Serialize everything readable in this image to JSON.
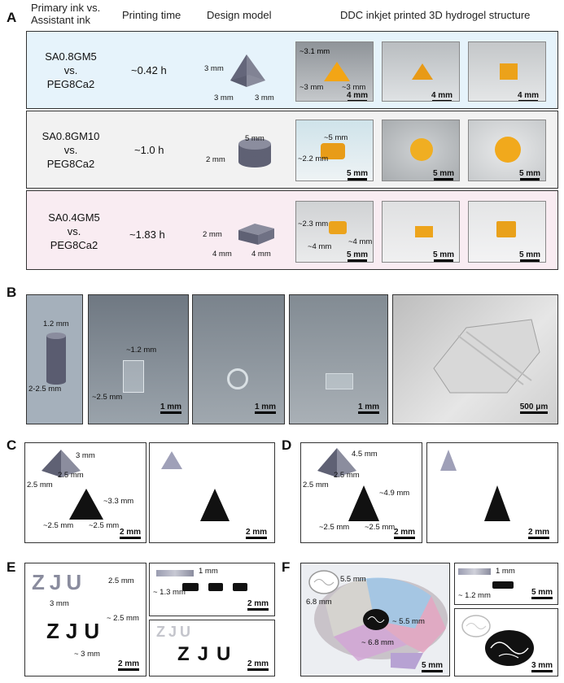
{
  "panel_a": {
    "letter": "A",
    "headers": {
      "ink": "Primary ink vs.\nAssistant ink",
      "time": "Printing time",
      "model": "Design model",
      "structure": "DDC inkjet printed 3D hydrogel structure"
    },
    "rows": [
      {
        "primary": "SA0.8GM5",
        "vs": "vs.",
        "assistant": "PEG8Ca2",
        "time": "~0.42 h",
        "model_dims": [
          "3 mm",
          "3 mm",
          "3 mm"
        ],
        "photo_dims": [
          "~3.1 mm",
          "~3 mm",
          "~3 mm"
        ],
        "scales": [
          "4 mm",
          "4 mm",
          "4 mm"
        ],
        "bg": "#e6f3fb"
      },
      {
        "primary": "SA0.8GM10",
        "vs": "vs.",
        "assistant": "PEG8Ca2",
        "time": "~1.0 h",
        "model_dims": [
          "5 mm",
          "2 mm"
        ],
        "photo_dims": [
          "~5 mm",
          "~2.2 mm"
        ],
        "scales": [
          "5 mm",
          "5 mm",
          "5 mm"
        ],
        "bg": "#f2f2f2"
      },
      {
        "primary": "SA0.4GM5",
        "vs": "vs.",
        "assistant": "PEG8Ca2",
        "time": "~1.83 h",
        "model_dims": [
          "2 mm",
          "4 mm",
          "4 mm"
        ],
        "photo_dims": [
          "~2.3 mm",
          "~4 mm",
          "~4 mm"
        ],
        "scales": [
          "5 mm",
          "5 mm",
          "5 mm"
        ],
        "bg": "#f9ecf2"
      }
    ]
  },
  "panel_b": {
    "letter": "B",
    "model_dims": [
      "1.2 mm",
      "2-2.5 mm"
    ],
    "photo_dims": [
      "~1.2 mm",
      "~2.5 mm"
    ],
    "scales": [
      "1 mm",
      "1 mm",
      "1 mm",
      "500 μm"
    ]
  },
  "panel_c": {
    "letter": "C",
    "model_dims": [
      "3 mm",
      "2.5 mm",
      "2.5 mm"
    ],
    "photo_dims": [
      "~3.3 mm",
      "~2.5 mm",
      "~2.5 mm"
    ],
    "scales": [
      "2 mm",
      "2 mm"
    ]
  },
  "panel_d": {
    "letter": "D",
    "model_dims": [
      "4.5 mm",
      "2.5 mm",
      "2.5 mm"
    ],
    "photo_dims": [
      "~4.9 mm",
      "~2.5 mm",
      "~2.5 mm"
    ],
    "scales": [
      "2 mm",
      "2 mm"
    ]
  },
  "panel_e": {
    "letter": "E",
    "model_dims": [
      "2.5 mm",
      "3 mm"
    ],
    "photo_dims": [
      "~ 2.5 mm",
      "~ 3 mm"
    ],
    "top_dims": [
      "1 mm",
      "~ 1.3 mm"
    ],
    "scales": [
      "2 mm",
      "2 mm",
      "2 mm"
    ],
    "letters": [
      "Z",
      "J",
      "U"
    ]
  },
  "panel_f": {
    "letter": "F",
    "model_dims": [
      "5.5 mm",
      "6.8 mm"
    ],
    "photo_dims": [
      "~ 5.5 mm",
      "~ 6.8 mm"
    ],
    "top_dims": [
      "1 mm",
      "~ 1.2 mm"
    ],
    "scales": [
      "5 mm",
      "5 mm",
      "3 mm"
    ]
  },
  "colors": {
    "row1_bg": "#e6f3fb",
    "row2_bg": "#f2f2f2",
    "row3_bg": "#f9ecf2",
    "model_gray": "#6b6d7e",
    "hydrogel": "#e8a020",
    "black_print": "#111111"
  }
}
